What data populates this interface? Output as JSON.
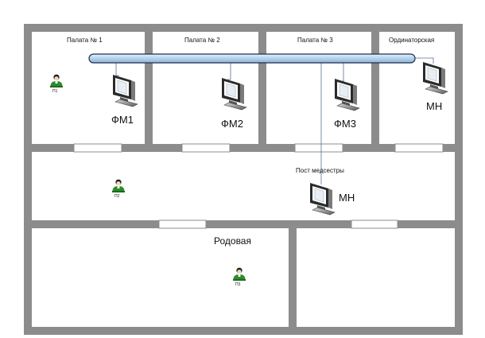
{
  "rooms": {
    "ward1": "Палата № 1",
    "ward2": "Палата № 2",
    "ward3": "Палата № 3",
    "staff_room": "Ординаторская",
    "nurse_post": "Пост медсестры",
    "delivery_room": "Родовая"
  },
  "devices": {
    "fm1": "ФМ1",
    "fm2": "ФМ2",
    "fm3": "ФМ3",
    "mn_staff": "МН",
    "mn_post": "МН"
  },
  "patients": {
    "p1": "П1",
    "p2": "П2",
    "p3": "П3"
  },
  "colors": {
    "wall": "#8c8c8c",
    "bus_fill": "#c3dcee",
    "bus_stroke": "#1f2f4f",
    "patient": "#2e8b2e",
    "monitor": "#6e6e6e"
  }
}
